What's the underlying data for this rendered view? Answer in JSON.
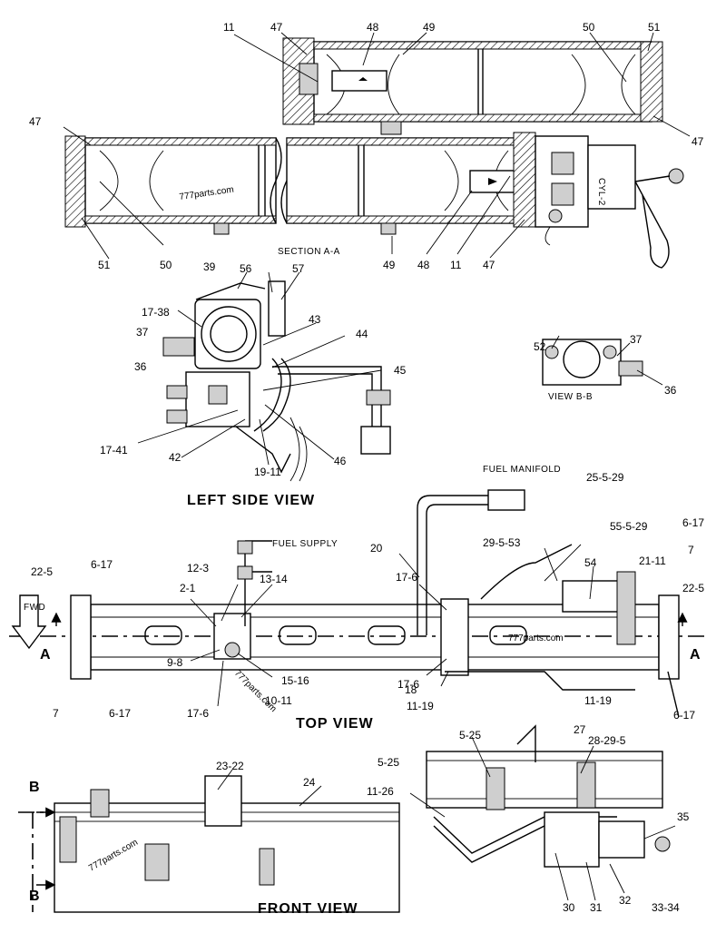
{
  "views": {
    "section_aa": "SECTION A-A",
    "view_bb": "VIEW B-B",
    "left_side": "LEFT SIDE VIEW",
    "top": "TOP VIEW",
    "front": "FRONT VIEW"
  },
  "notes": {
    "fuel_manifold": "FUEL MANIFOLD",
    "fuel_supply": "FUEL SUPPLY",
    "cyl2": "CYL-2",
    "fwd": "FWD"
  },
  "section_markers": {
    "a_left": "A",
    "a_right": "A",
    "b_top": "B",
    "b_bottom": "B"
  },
  "watermark": "777parts.com",
  "callouts": {
    "sec": [
      "11",
      "47",
      "48",
      "49",
      "50",
      "51",
      "47",
      "47",
      "51",
      "50",
      "48",
      "11",
      "47",
      "49"
    ],
    "side": [
      "39",
      "56",
      "57",
      "17-38",
      "43",
      "37",
      "44",
      "36",
      "45",
      "17-41",
      "42",
      "19-11",
      "46"
    ],
    "viewb": [
      "52",
      "37",
      "36"
    ],
    "top": [
      "25-5-29",
      "29-5-53",
      "20",
      "55-5-29",
      "6-17",
      "21-11",
      "7",
      "22-5",
      "22-5",
      "6-17",
      "12-3",
      "13-14",
      "2-1",
      "17-6",
      "54",
      "9-8",
      "15-16",
      "17-6",
      "10-11",
      "18",
      "17-6",
      "11-19",
      "11-19",
      "7",
      "6-17",
      "6-17"
    ],
    "front": [
      "27",
      "5-25",
      "28-29-5",
      "5-25",
      "23-22",
      "24",
      "11-26",
      "35",
      "30",
      "31",
      "32",
      "33-34"
    ]
  }
}
